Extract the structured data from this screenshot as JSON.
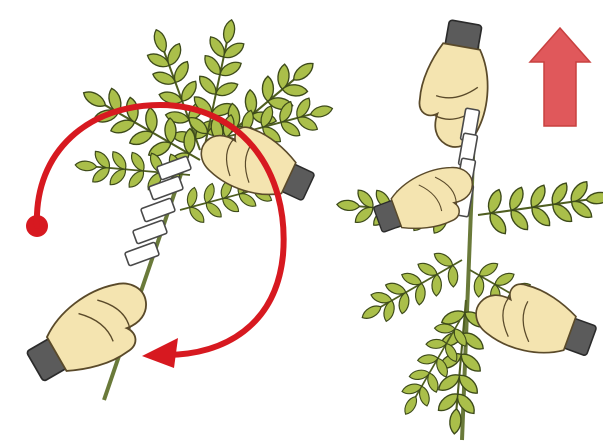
{
  "panels": [
    {
      "id": "left",
      "action": "twist",
      "rotation_direction": "clockwise",
      "arrow_color": "#d71920"
    },
    {
      "id": "right",
      "action": "pull",
      "arrow_direction": "up",
      "arrow_color": "#e0585b"
    }
  ],
  "colors": {
    "leaf_fill": "#aabf4a",
    "leaf_stroke": "#3d4a1a",
    "skin_fill": "#f4e4b0",
    "cuff_fill": "#5b5b5b",
    "band_fill": "#ffffff",
    "stem": "#6a7a3a"
  }
}
